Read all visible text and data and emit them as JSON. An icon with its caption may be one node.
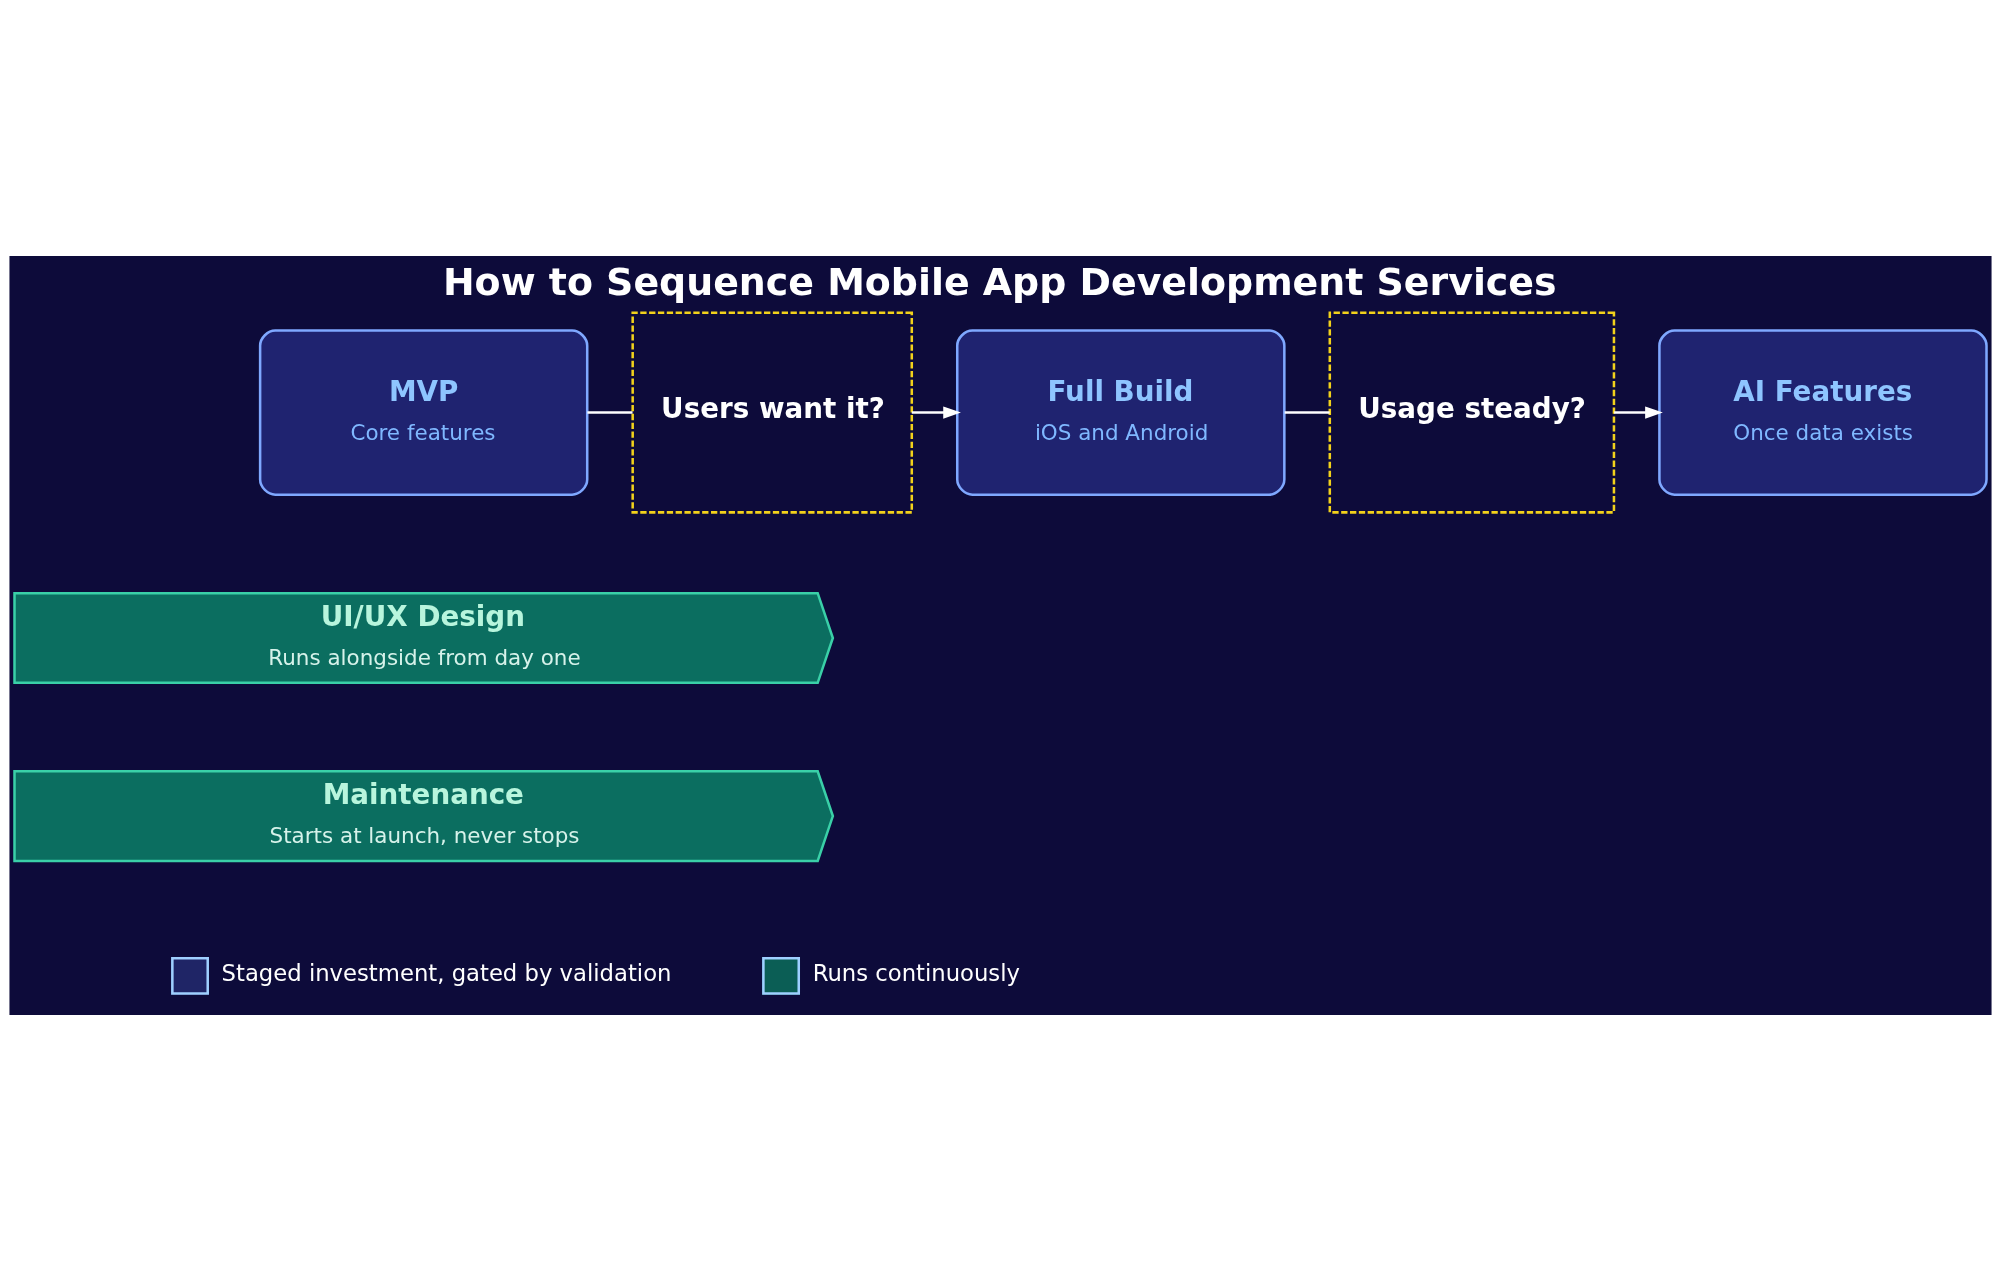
{
  "diagram": {
    "title": "How to Sequence Mobile App Development Services",
    "nodes": [
      {
        "text": [
          "MVP",
          "Core features"
        ]
      },
      {
        "text": [
          "Users want it?"
        ]
      },
      {
        "text": [
          "Full Build",
          "iOS and Android"
        ]
      },
      {
        "text": [
          "Usage steady?"
        ]
      },
      {
        "text": [
          "AI Features",
          "Once data exists"
        ]
      },
      {
        "text": [
          "UI/UX Design",
          "Runs alongside from day one"
        ]
      },
      {
        "text": [
          "Maintenance",
          "Starts at launch, never stops"
        ]
      }
    ],
    "edges": [
      {
        "from": 0,
        "to": 1,
        "arrow": "none"
      },
      {
        "from": 1,
        "to": 2,
        "arrow": "to"
      },
      {
        "from": 2,
        "to": 3,
        "arrow": "none"
      },
      {
        "from": 3,
        "to": 4,
        "arrow": "to"
      }
    ],
    "legend": [
      {
        "text": "Staged investment, gated by validation",
        "color": "#1f2566"
      },
      {
        "text": "Runs continuously",
        "color": "#0b5e55"
      }
    ]
  }
}
